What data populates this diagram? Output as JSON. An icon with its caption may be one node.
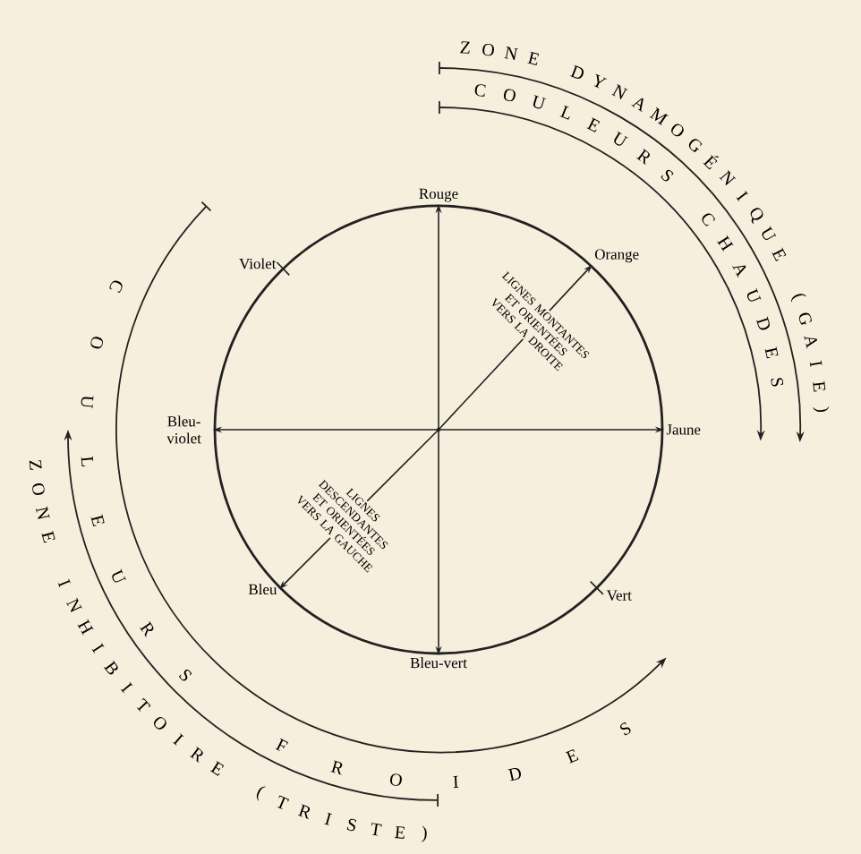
{
  "diagram": {
    "nodes": [
      {
        "text": [
          "Rouge"
        ]
      },
      {
        "text": [
          "Orange"
        ]
      },
      {
        "text": [
          "Bleu- violet"
        ]
      },
      {
        "text": [
          "Jaune"
        ]
      },
      {
        "text": [
          "Bleu"
        ]
      },
      {
        "text": [
          "Bleu-vert"
        ]
      },
      {
        "text": [],
        "shape": "point"
      }
    ],
    "edges": [
      {
        "from": 6,
        "to": 0,
        "arrow": "to"
      },
      {
        "from": 6,
        "to": 1,
        "arrow": "to"
      },
      {
        "from": 6,
        "to": 2,
        "arrow": "to"
      },
      {
        "from": 6,
        "to": 3,
        "arrow": "to"
      },
      {
        "from": 6,
        "to": 4,
        "arrow": "to"
      },
      {
        "from": 6,
        "to": 5,
        "arrow": "to"
      }
    ],
    "labels": [
      "ZONE DYNAMOGÉNIQUE (GAIE)",
      "COULEURS CHAUDES",
      "Violet",
      "LIGNES MONTANTES ET ORIENTÉES VERS LA DROITE",
      "COULEURS FROIDES",
      "LIGNES DESCENDANTES ET ORIENTÉES VERS LA GAUCHE",
      "Vert",
      "ZONE INHIBITOIRE (TRISTE)"
    ]
  }
}
